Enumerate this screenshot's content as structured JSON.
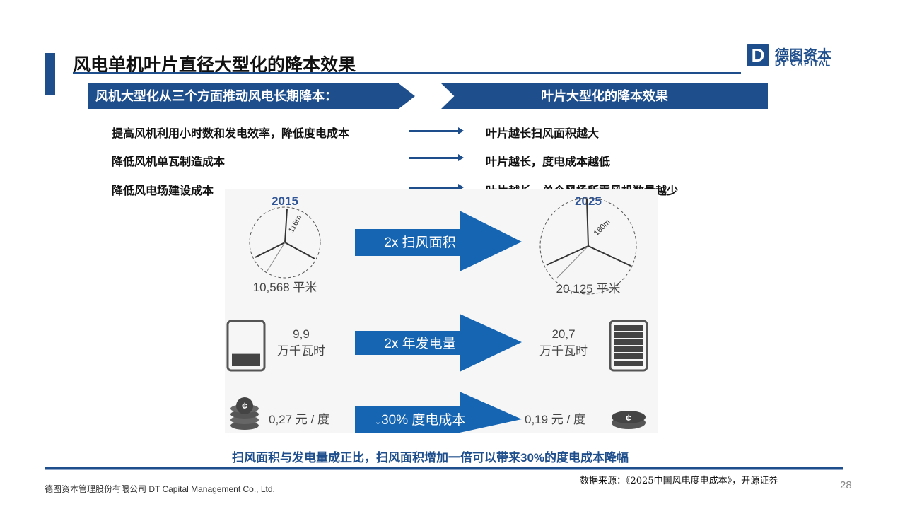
{
  "header": {
    "title": "风电单机叶片直径大型化的降本效果",
    "logo_mark": "D",
    "logo_cn": "德图资本",
    "logo_en": "DT CAPITAL"
  },
  "banners": {
    "left": "风机大型化从三个方面推动风电长期降本：",
    "right": "叶片大型化的降本效果"
  },
  "points": [
    {
      "cause": "提高风机利用小时数和发电效率，降低度电成本",
      "effect": "叶片越长扫风面积越大"
    },
    {
      "cause": "降低风机单瓦制造成本",
      "effect": "叶片越长，度电成本越低"
    },
    {
      "cause": "降低风电场建设成本",
      "effect": "叶片越长，单个风场所需风机数量越少"
    }
  ],
  "infographic": {
    "year_left": "2015",
    "year_right": "2025",
    "blade_left": "116m",
    "blade_right": "160m",
    "area_left": "10,568 平米",
    "area_right": "20,125 平米",
    "arrow1": "2x 扫风面积",
    "energy_left_value": "9,9",
    "energy_left_unit": "万千瓦时",
    "energy_right_value": "20,7",
    "energy_right_unit": "万千瓦时",
    "arrow2": "2x 年发电量",
    "cost_left": "0,27 元 / 度",
    "cost_right": "0,19 元 / 度",
    "arrow3": "↓30% 度电成本",
    "coin_symbol": "¢",
    "battery_left_level": 0.3,
    "battery_right_level": 0.95
  },
  "caption": "扫风面积与发电量成正比，扫风面积增加一倍可以带来30%的度电成本降幅",
  "footer": {
    "company": "德图资本管理股份有限公司 DT Capital Management Co., Ltd.",
    "source": "数据来源：《2025中国风电度电成本》，开源证券",
    "page": "28"
  },
  "colors": {
    "brand": "#1f4e8c",
    "arrow_blue": "#1565b3",
    "gray": "#4a4a4a"
  }
}
